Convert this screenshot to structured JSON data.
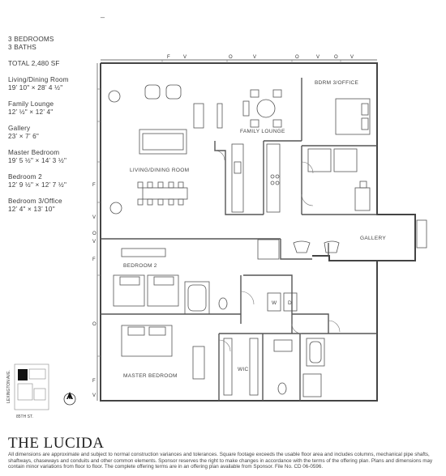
{
  "top_mark": "_",
  "info": {
    "bedrooms": "3 BEDROOMS",
    "baths": "3 BATHS",
    "total": "TOTAL 2,480 SF",
    "rooms": [
      {
        "name": "Living/Dining Room",
        "dims": "19’ 10\" × 28’ 4 ½\""
      },
      {
        "name": "Family Lounge",
        "dims": "12’ ½\" × 12’ 4\""
      },
      {
        "name": "Gallery",
        "dims": "23’ × 7’ 6\""
      },
      {
        "name": "Master Bedroom",
        "dims": "19’ 5 ½\" × 14’ 3 ½\""
      },
      {
        "name": "Bedroom 2",
        "dims": "12’ 9 ½\" × 12’ 7 ½\""
      },
      {
        "name": "Bedroom 3/Office",
        "dims": "12’ 4\" × 13’ 10\""
      }
    ]
  },
  "plan": {
    "labels": {
      "living": "LIVING/DINING ROOM",
      "family": "FAMILY LOUNGE",
      "bdrm3": "BDRM 3/OFFICE",
      "gallery": "GALLERY",
      "bedroom2": "BEDROOM 2",
      "master": "MASTER BEDROOM",
      "wic": "WIC",
      "washer": "W",
      "dryer": "D"
    },
    "top_markers": [
      "F",
      "V",
      "O",
      "V",
      "O",
      "V",
      "O",
      "V"
    ],
    "left_markers": [
      "F",
      "V",
      "O",
      "V",
      "F",
      "O",
      "F",
      "V"
    ],
    "key_plan": {
      "street_v": "LEXINGTON AVE.",
      "street_h": "85TH ST."
    }
  },
  "brand": "THE LUCIDA",
  "disclaimer": "All dimensions are approximate and subject to normal construction variances and tolerances. Square footage exceeds the usable floor area and includes columns, mechanical pipe shafts, shaftways, chaseways and conduits and other common elements. Sponsor reserves the right to make changes in accordance with the terms of the offering plan. Plans and dimensions may contain minor variations from floor to floor. The complete offering terms are in an offering plan available from Sponsor. File No. CD 06-0596.",
  "compass": "N"
}
